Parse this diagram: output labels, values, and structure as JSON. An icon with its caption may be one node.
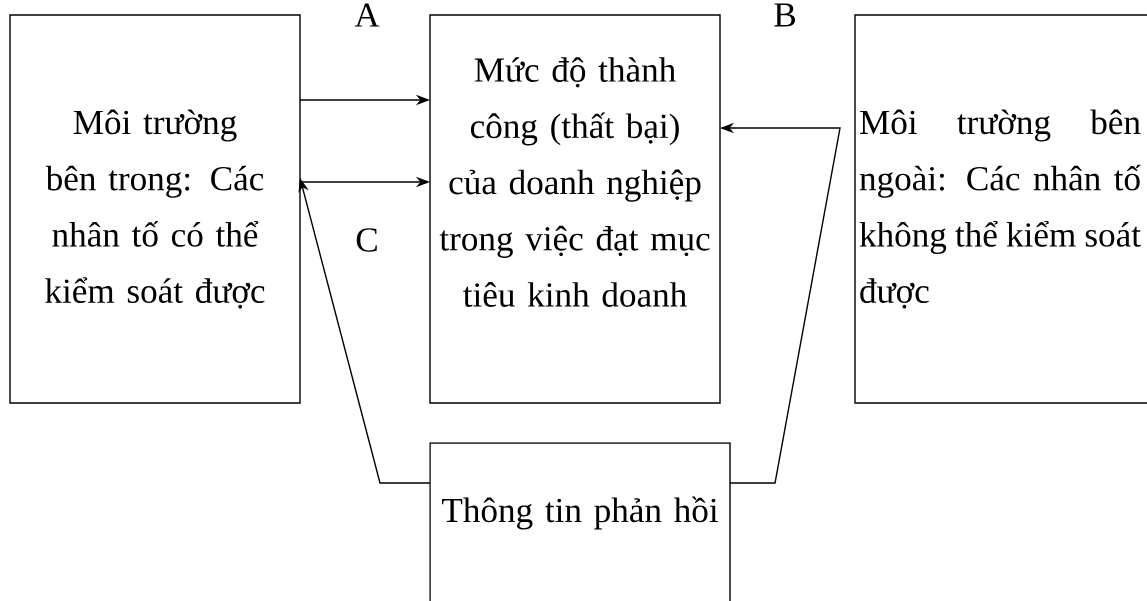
{
  "diagram": {
    "nodes": [
      {
        "text": [
          "Môi trường bên trong: Các nhân tố có thể kiểm soát được"
        ]
      },
      {
        "text": [
          "Mức độ thành công (thất bại) của doanh nghiệp trong việc đạt mục tiêu kinh doanh"
        ]
      },
      {
        "text": [
          "Môi trường bên ngoài: Các nhân tố không thể kiểm soát được"
        ]
      },
      {
        "text": [
          "Thông tin phản hồi"
        ]
      }
    ],
    "edges": [
      {
        "from": 0,
        "to": 1,
        "arrow": "to",
        "label": "A"
      },
      {
        "from": 0,
        "to": 1,
        "arrow": "to",
        "label": "C"
      },
      {
        "from": 3,
        "to": 0,
        "arrow": "to"
      },
      {
        "from": 3,
        "to": 1,
        "arrow": "to",
        "label": "B"
      }
    ]
  }
}
